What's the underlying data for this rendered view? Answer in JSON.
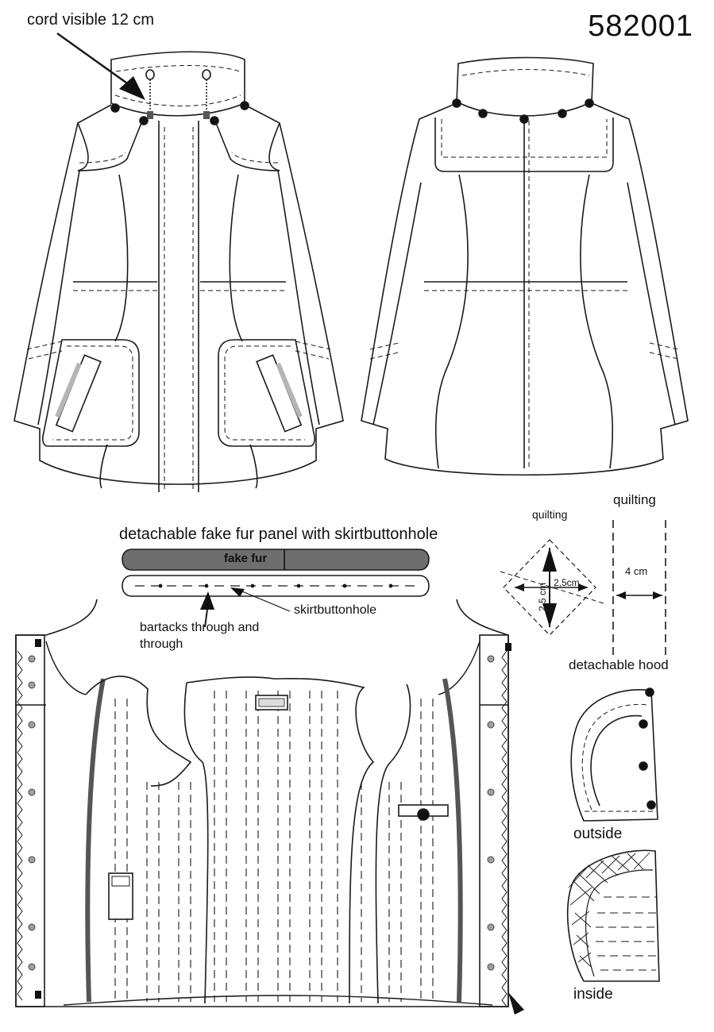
{
  "sheet": {
    "style_number": "582001"
  },
  "annotations": {
    "cord": "cord visible 12 cm",
    "panel_title": "detachable fake fur panel with skirtbuttonhole",
    "fake_fur": "fake fur",
    "bartacks": "bartacks through and through",
    "skirtbuttonhole": "skirtbuttonhole",
    "quilting_small": "quilting",
    "quilting_large": "quilting",
    "dim_2_5_horizontal": "2,5cm",
    "dim_2_5_vertical": "2,5 cm",
    "dim_4cm": "4 cm",
    "detachable_hood": "detachable hood",
    "hood_outside": "outside",
    "hood_inside": "inside"
  },
  "colors": {
    "line": "#1a1a1a",
    "fur_fill": "#6e6e6e",
    "zip_tape": "#555555",
    "reflective": "#b5b5b5",
    "snap": "#a0a0a0"
  }
}
